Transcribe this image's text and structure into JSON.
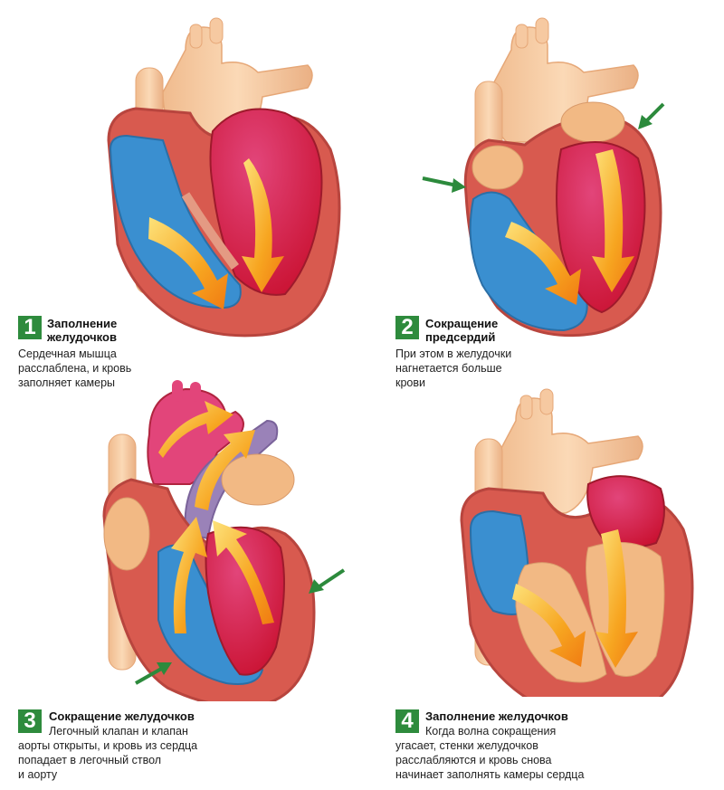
{
  "colors": {
    "muscle": "#d9574f",
    "muscle_edge": "#b8453e",
    "myocardium_light": "#e8a77a",
    "atrium_light": "#f2b984",
    "vessel": "#f6c9a1",
    "vessel_shade": "#eab084",
    "blood_blue": "#3a8fd0",
    "blood_red": "#d01d43",
    "pulmonary": "#9a82b8",
    "flow_arrow": "#f6a21c",
    "badge_green": "#2e8b3d",
    "squeeze_arrow": "#2c8a3c"
  },
  "stages": [
    {
      "number": "1",
      "title_lines": [
        "Заполнение",
        "желудочков"
      ],
      "body_lines": [
        "Сердечная мышца",
        "расслаблена, и кровь",
        "заполняет камеры"
      ]
    },
    {
      "number": "2",
      "title_lines": [
        "Сокращение",
        "предсердий"
      ],
      "body_lines": [
        "При этом в желудочки",
        "нагнетается больше",
        "крови"
      ]
    },
    {
      "number": "3",
      "title_lines": [
        "Сокращение желудочков"
      ],
      "body_lines": [
        "Легочный клапан и клапан",
        "аорты открыты, и кровь из сердца",
        "попадает в легочный ствол",
        "и аорту"
      ]
    },
    {
      "number": "4",
      "title_lines": [
        "Заполнение желудочков"
      ],
      "body_lines": [
        "Когда волна сокращения",
        "угасает, стенки желудочков",
        "расслабляются и кровь снова",
        "начинает заполнять камеры сердца"
      ]
    }
  ]
}
